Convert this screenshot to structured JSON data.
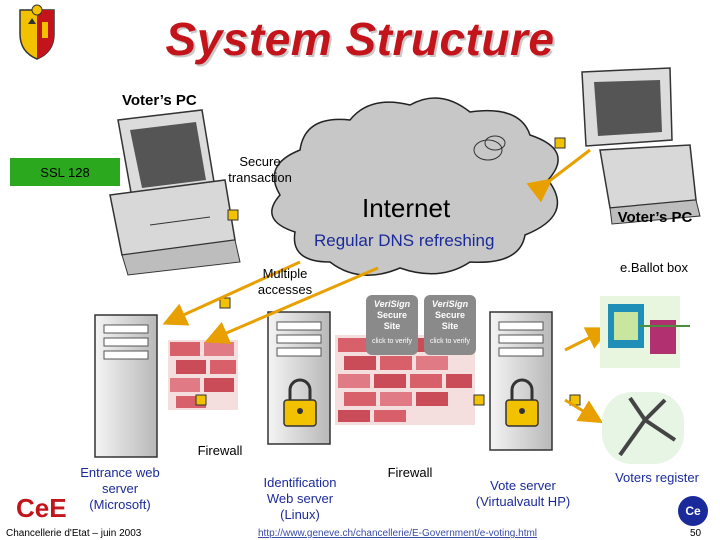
{
  "title": "System Structure",
  "labels": {
    "voters_pc_left": "Voter’s PC",
    "voters_pc_right": "Voter’s PC",
    "ssl": "SSL 128",
    "secure_transaction": "Secure transaction",
    "internet": "Internet",
    "dns": "Regular DNS refreshing",
    "multiple_accesses": "Multiple accesses",
    "eballot_box": "e.Ballot box",
    "firewall_left": "Firewall",
    "firewall_middle": "Firewall",
    "entrance_server": "Entrance web server (Microsoft)",
    "identification_server": "Identification Web server (Linux)",
    "vote_server": "Vote server (Virtualvault HP)",
    "voters_register": "Voters register"
  },
  "badges": {
    "verisign_brand": "VeriSign",
    "verisign_line1": "Secure",
    "verisign_line2": "Site",
    "verisign_click": "click to verify"
  },
  "footer": {
    "left_text": "Chancellerie d'Etat – juin 2003",
    "url": "http://www.geneve.ch/chancellerie/E-Government/e-voting.html",
    "page": "50",
    "logo_text": "CeE",
    "logo_right": "Ce"
  },
  "colors": {
    "title": "#c4141b",
    "ssl_bg": "#2ca81e",
    "arrow": "#e8a000",
    "label_blue": "#1b2a9a"
  }
}
